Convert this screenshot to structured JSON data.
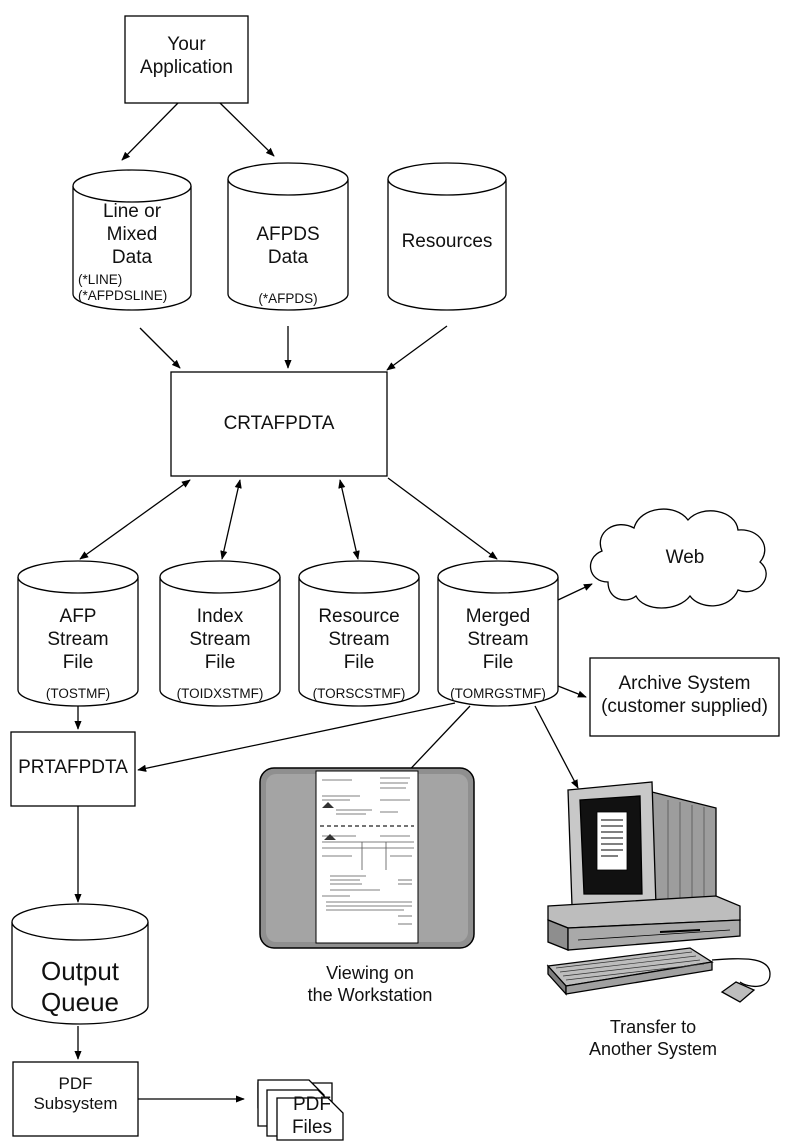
{
  "nodes": {
    "app": "Your\nApplication",
    "line_data": "Line or\nMixed\nData",
    "line_data_params": "(*LINE)\n(*AFPDSLINE)",
    "afpds_data": "AFPDS\nData",
    "afpds_param": "(*AFPDS)",
    "resources": "Resources",
    "crtafpdta": "CRTAFPDTA",
    "afp_stream": "AFP\nStream\nFile",
    "afp_stream_param": "(TOSTMF)",
    "index_stream": "Index\nStream\nFile",
    "index_stream_param": "(TOIDXSTMF)",
    "resource_stream": "Resource\nStream\nFile",
    "resource_stream_param": "(TORSCSTMF)",
    "merged_stream": "Merged\nStream\nFile",
    "merged_stream_param": "(TOMRGSTMF)",
    "web": "Web",
    "archive": "Archive System\n(customer supplied)",
    "prtafpdta": "PRTAFPDTA",
    "output_queue": "Output\nQueue",
    "pdf_subsystem": "PDF\nSubsystem",
    "pdf_files": "PDF\nFiles",
    "viewing": "Viewing on\nthe Workstation",
    "transfer": "Transfer to\nAnother System"
  }
}
